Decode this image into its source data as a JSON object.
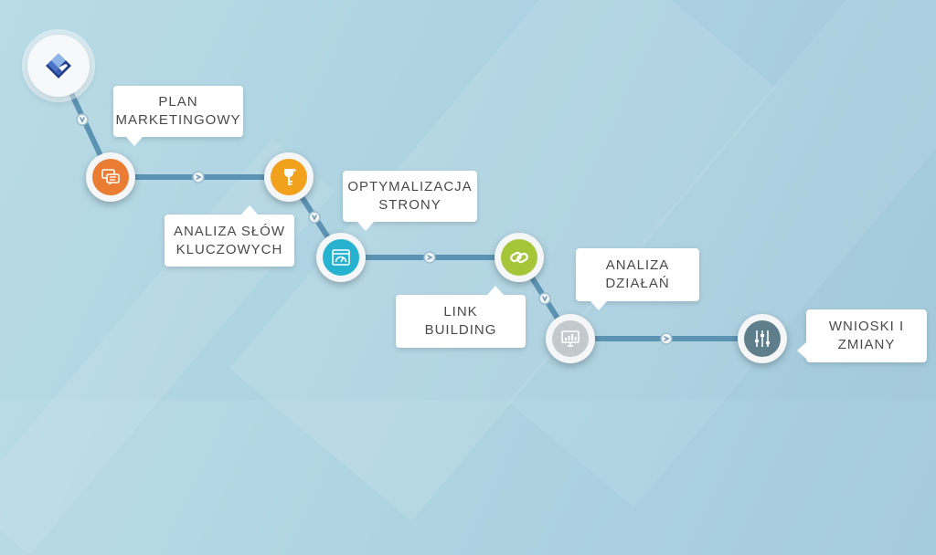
{
  "steps": [
    {
      "id": "plan",
      "label_line1": "PLAN",
      "label_line2": "MARKETINGOWY",
      "icon": "chat-bubbles-icon",
      "color": "#ea7c34"
    },
    {
      "id": "slowa",
      "label_line1": "ANALIZA SŁÓW",
      "label_line2": "KLUCZOWYCH",
      "icon": "trophy-key-icon",
      "color": "#f2a11c"
    },
    {
      "id": "optym",
      "label_line1": "OPTYMALIZACJA",
      "label_line2": "STRONY",
      "icon": "speedometer-window-icon",
      "color": "#27b3d0"
    },
    {
      "id": "link",
      "label_line1": "LINK",
      "label_line2": "BUILDING",
      "icon": "chain-link-icon",
      "color": "#a6c63a"
    },
    {
      "id": "analiza",
      "label_line1": "ANALIZA",
      "label_line2": "DZIAŁAŃ",
      "icon": "monitor-chart-icon",
      "color": "#c3c9cc"
    },
    {
      "id": "wnioski",
      "label_line1": "WNIOSKI I",
      "label_line2": "ZMIANY",
      "icon": "sliders-icon",
      "color": "#5f7e8c"
    }
  ],
  "logo_icon": "diamond-logo-icon",
  "colors": {
    "path": "#5d93b2",
    "node_bg": "#f4f6f7"
  }
}
